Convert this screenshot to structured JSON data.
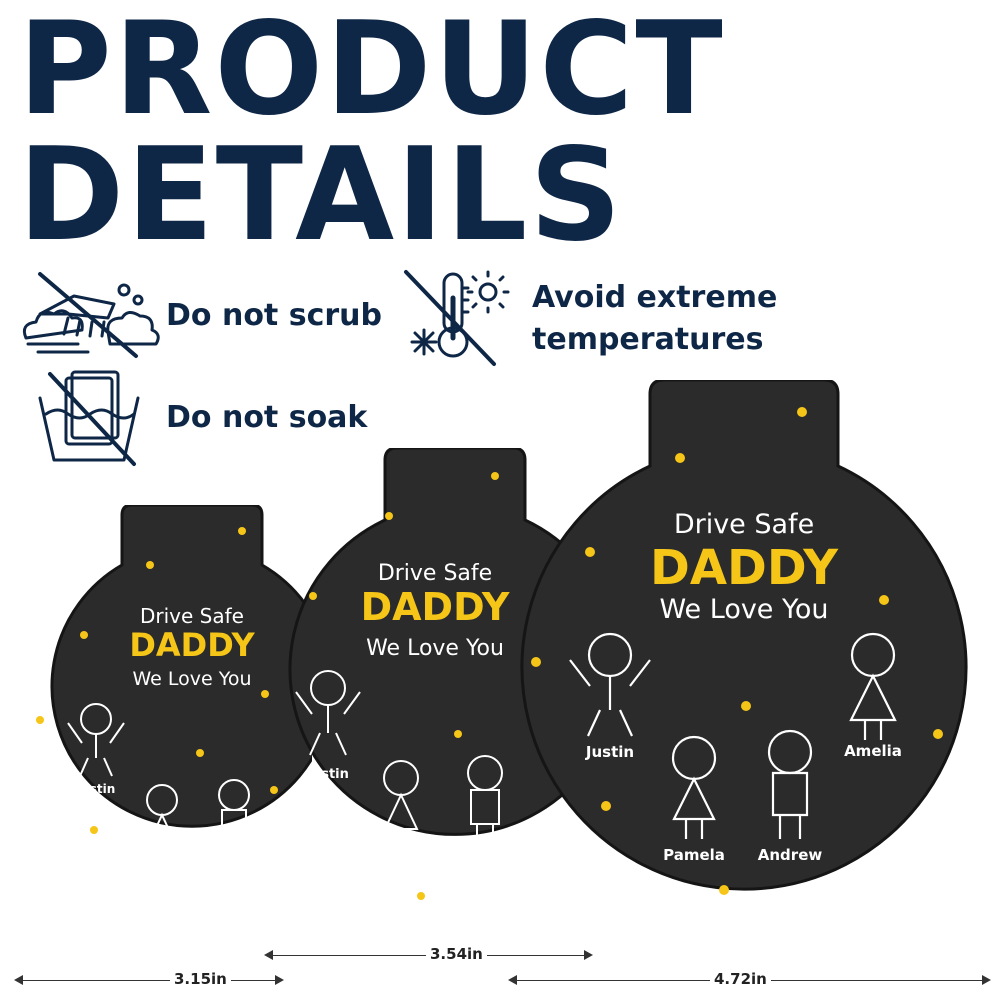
{
  "header": {
    "title_line1": "PRODUCT",
    "title_line2": "DETAILS"
  },
  "care": [
    {
      "label": "Do not scrub",
      "icon": "no-scrub-icon"
    },
    {
      "label": "Avoid extreme",
      "label2": "temperatures",
      "icon": "no-extreme-temperature-icon"
    },
    {
      "label": "Do not soak",
      "icon": "no-soak-icon"
    }
  ],
  "product": {
    "line1": "Drive Safe",
    "line2": "DADDY",
    "line3": "We Love You",
    "names": [
      "Justin",
      "Pamela",
      "Andrew",
      "Amelia"
    ]
  },
  "dimensions": {
    "small": "3.15in",
    "medium": "3.54in",
    "large": "4.72in"
  },
  "colors": {
    "title": "#0f2747",
    "product_body": "#2b2b2b",
    "accent_yellow": "#f5c518",
    "drawing": "#ffffff"
  }
}
